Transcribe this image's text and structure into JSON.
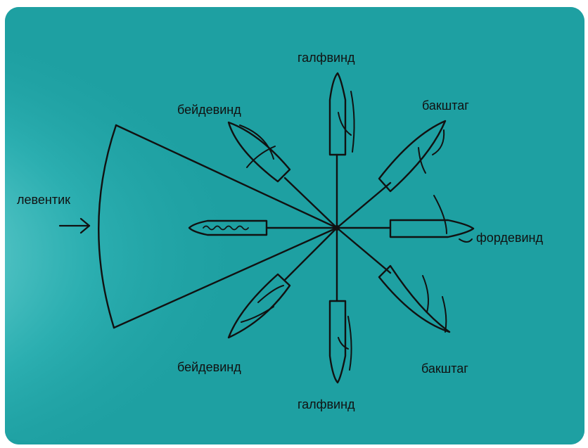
{
  "labels": {
    "leventik": "левентик",
    "beidevind_top": "бейдевинд",
    "galfvind_top": "галфвинд",
    "bakshtag_top": "бакштаг",
    "fordevind": "фордевинд",
    "beidevind_bottom": "бейдевинд",
    "galfvind_bottom": "галфвинд",
    "bakshtag_bottom": "бакштаг"
  },
  "colors": {
    "panel_background": "#1ea0a2",
    "wind_glow": "#ffffff",
    "sketch_ink": "#111111",
    "label_text": "#111111"
  },
  "icons": {
    "wind_arrow": "arrow-right-icon",
    "boat": "boat-icon"
  }
}
